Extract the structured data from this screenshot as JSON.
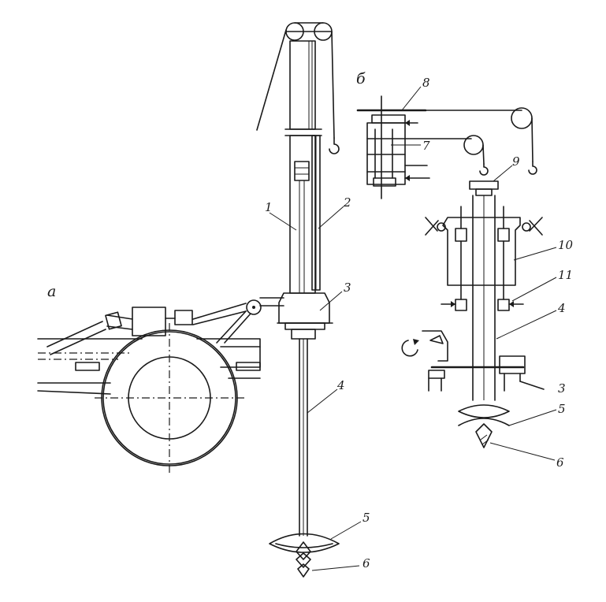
{
  "figure": {
    "view_a_label": "а",
    "view_b_label": "б",
    "callouts": {
      "a1": "1",
      "a2": "2",
      "a3": "3",
      "a4": "4",
      "a5": "5",
      "a6": "6",
      "b7": "7",
      "b8": "8",
      "b9": "9",
      "b10": "10",
      "b11": "11",
      "b4": "4",
      "b3": "3",
      "b5": "5",
      "b6": "6"
    }
  }
}
